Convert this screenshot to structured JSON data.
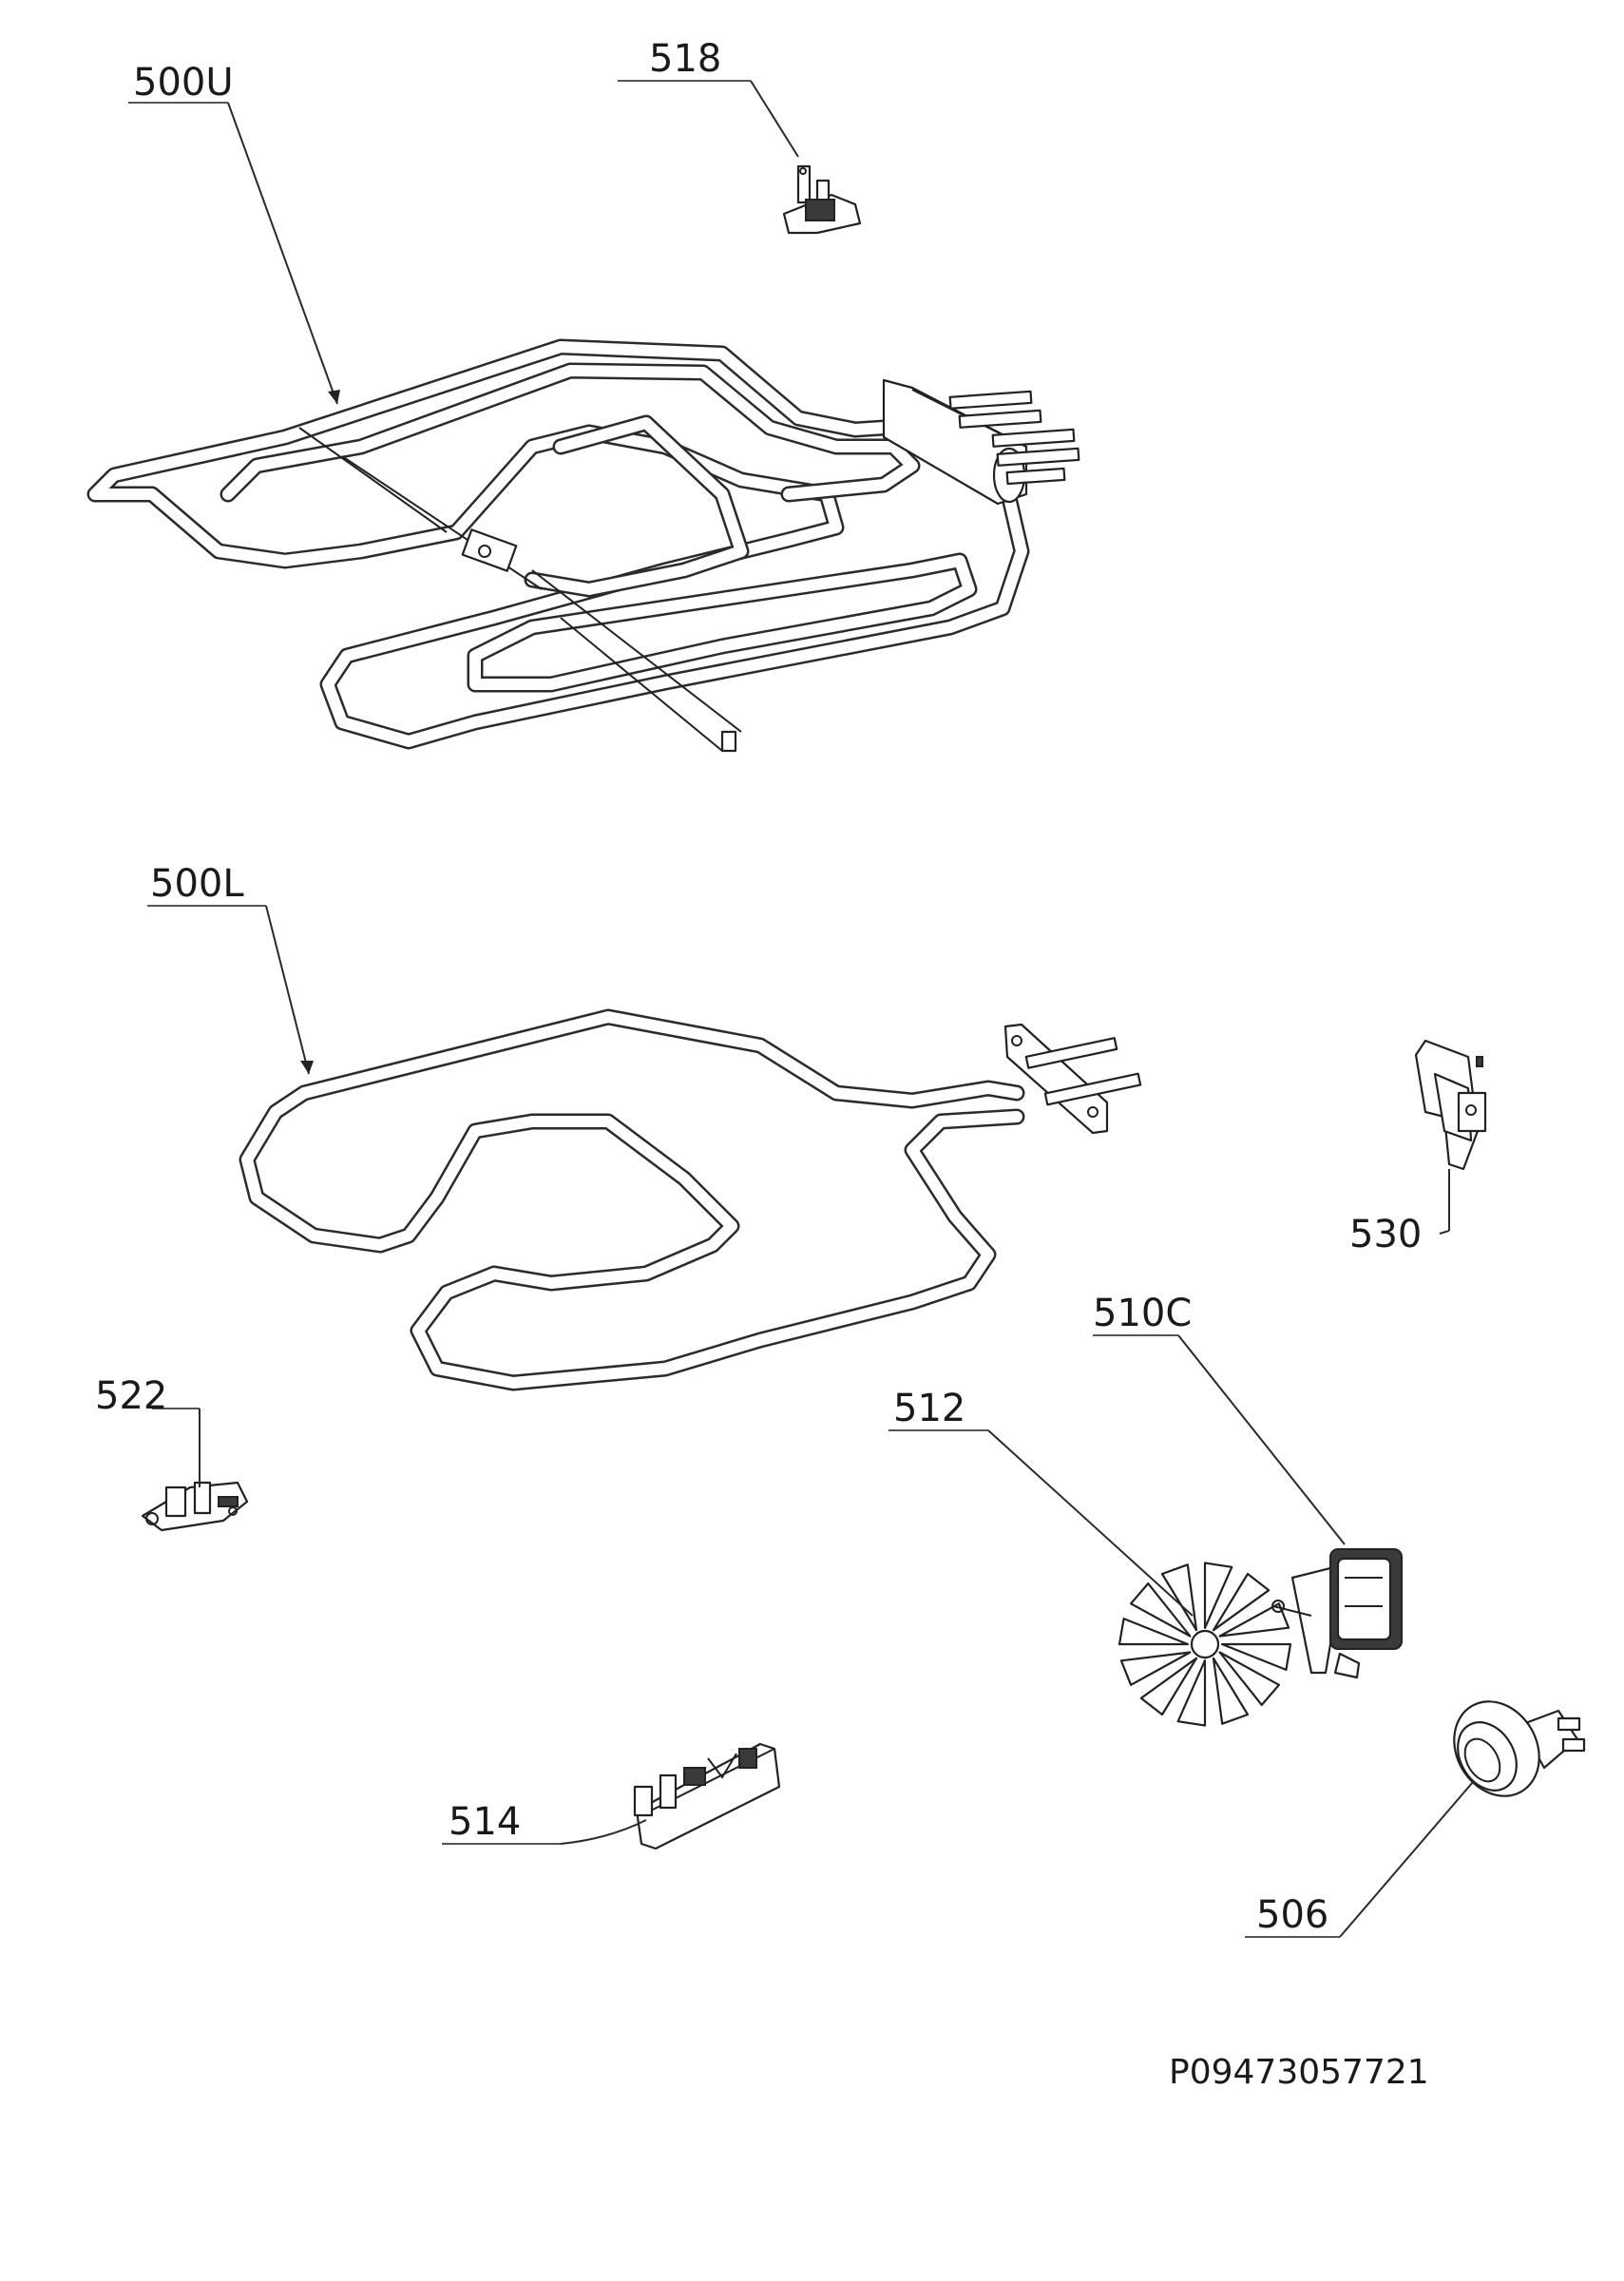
{
  "labels": {
    "p500U": "500U",
    "p518": "518",
    "p500L": "500L",
    "p530": "530",
    "p510C": "510C",
    "p522": "522",
    "p512": "512",
    "p514": "514",
    "p506": "506"
  },
  "drawing_code": "P09473057721",
  "parts": [
    {
      "ref": "500U",
      "icon": "upper-heating-element-icon"
    },
    {
      "ref": "518",
      "icon": "thermostat-icon"
    },
    {
      "ref": "500L",
      "icon": "lower-heating-element-icon"
    },
    {
      "ref": "530",
      "icon": "terminal-clip-icon"
    },
    {
      "ref": "510C",
      "icon": "fan-motor-icon"
    },
    {
      "ref": "522",
      "icon": "thermal-fuse-icon"
    },
    {
      "ref": "512",
      "icon": "fan-blade-icon"
    },
    {
      "ref": "514",
      "icon": "terminal-block-icon"
    },
    {
      "ref": "506",
      "icon": "oven-lamp-icon"
    }
  ]
}
